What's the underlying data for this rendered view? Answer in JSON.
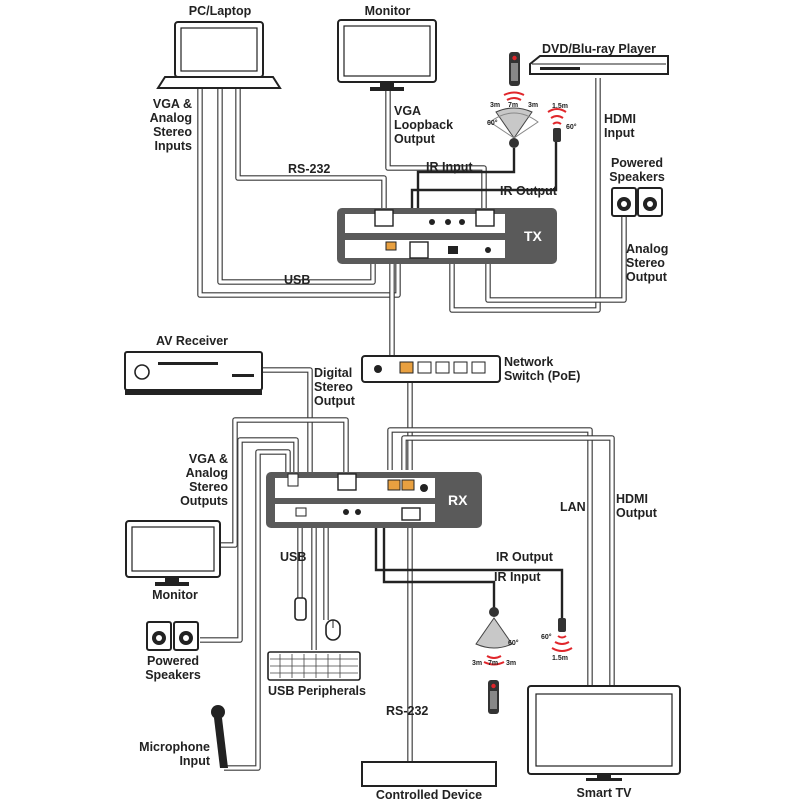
{
  "devices": {
    "pc_laptop": "PC/Laptop",
    "monitor_top": "Monitor",
    "dvd_player": "DVD/Blu-ray Player",
    "powered_speakers_top": "Powered Speakers",
    "tx_unit": "TX",
    "network_switch": "Network Switch (PoE)",
    "av_receiver": "AV Receiver",
    "rx_unit": "RX",
    "monitor_bottom": "Monitor",
    "powered_speakers_bottom": "Powered Speakers",
    "usb_peripherals": "USB Peripherals",
    "controlled_device": "Controlled Device",
    "smart_tv": "Smart TV"
  },
  "connections": {
    "vga_analog_inputs": "VGA & Analog Stereo Inputs",
    "vga_loopback_output": "VGA Loopback Output",
    "rs232_top": "RS-232",
    "ir_input_top": "IR Input",
    "ir_output_top": "IR Output",
    "hdmi_input": "HDMI Input",
    "analog_stereo_output": "Analog Stereo Output",
    "usb_top": "USB",
    "digital_stereo_output": "Digital Stereo Output",
    "vga_analog_outputs": "VGA & Analog Stereo Outputs",
    "lan": "LAN",
    "hdmi_output": "HDMI Output",
    "usb_bottom": "USB",
    "ir_output_bottom": "IR Output",
    "ir_input_bottom": "IR Input",
    "rs232_bottom": "RS-232",
    "microphone_input": "Microphone Input"
  },
  "ir_ranges": {
    "left": "3m",
    "center": "7m",
    "right": "3m",
    "angle": "60°",
    "emitter_range": "1.5m",
    "emitter_angle": "60°"
  },
  "colors": {
    "cable": "#3a3a3a",
    "cable_light": "#ffffff",
    "unit_body": "#5a5a5a",
    "ir_signal": "#e0262b"
  }
}
